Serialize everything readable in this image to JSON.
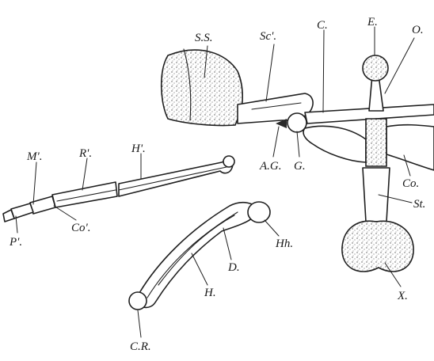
{
  "figure": {
    "labels": {
      "ss": "S.S.",
      "sc1": "Sc'.",
      "c": "C.",
      "e": "E.",
      "o": "O.",
      "ag": "A.G.",
      "g": "G.",
      "co": "Co.",
      "st": "St.",
      "x": "X.",
      "m1": "M'.",
      "r1": "R'.",
      "h1": "H'.",
      "co1": "Co'.",
      "p1": "P'.",
      "hh": "Hh.",
      "d": "D.",
      "h": "H.",
      "cr": "C.R."
    }
  }
}
